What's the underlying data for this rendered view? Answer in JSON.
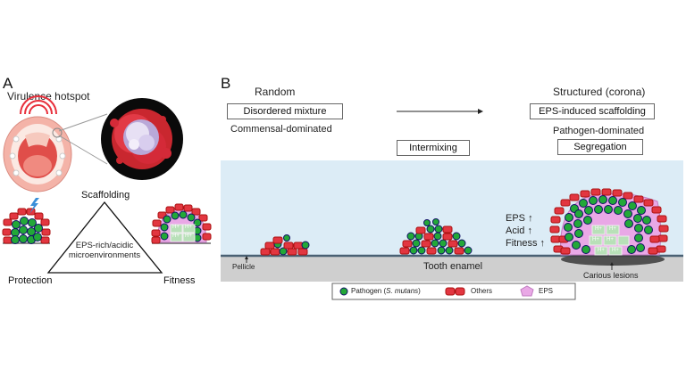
{
  "panel_a": {
    "letter": "A",
    "title": "Virulence hotspot",
    "triangle": {
      "top": "Scaffolding",
      "left": "Protection",
      "right": "Fitness",
      "center_line1": "EPS-rich/acidic",
      "center_line2": "microenvironments"
    },
    "colony_label": "H+"
  },
  "panel_b": {
    "letter": "B",
    "left_heading": "Random",
    "left_box": "Disordered mixture",
    "left_sub": "Commensal-dominated",
    "middle_box": "Intermixing",
    "right_heading": "Structured (corona)",
    "right_box": "EPS-induced scaffolding",
    "right_sub": "Pathogen-dominated",
    "right_sub_box": "Segregation",
    "indicators": [
      "EPS ↑",
      "Acid ↑",
      "Fitness ↑"
    ],
    "pellicle": "Pellicle",
    "enamel": "Tooth enamel",
    "lesions": "Carious lesions",
    "colony_label": "H+",
    "legend": {
      "pathogen_prefix": "Pathogen (",
      "pathogen_species": "S. mutans",
      "pathogen_suffix": ")",
      "others": "Others",
      "eps": "EPS"
    }
  },
  "colors": {
    "pathogen_green": "#22a838",
    "others_red": "#e23640",
    "eps_pink": "#e9a8e6",
    "liquid_blue": "#dcecf6",
    "enamel_gray": "#cfcfcf",
    "pellicle_line": "#4a6174"
  }
}
